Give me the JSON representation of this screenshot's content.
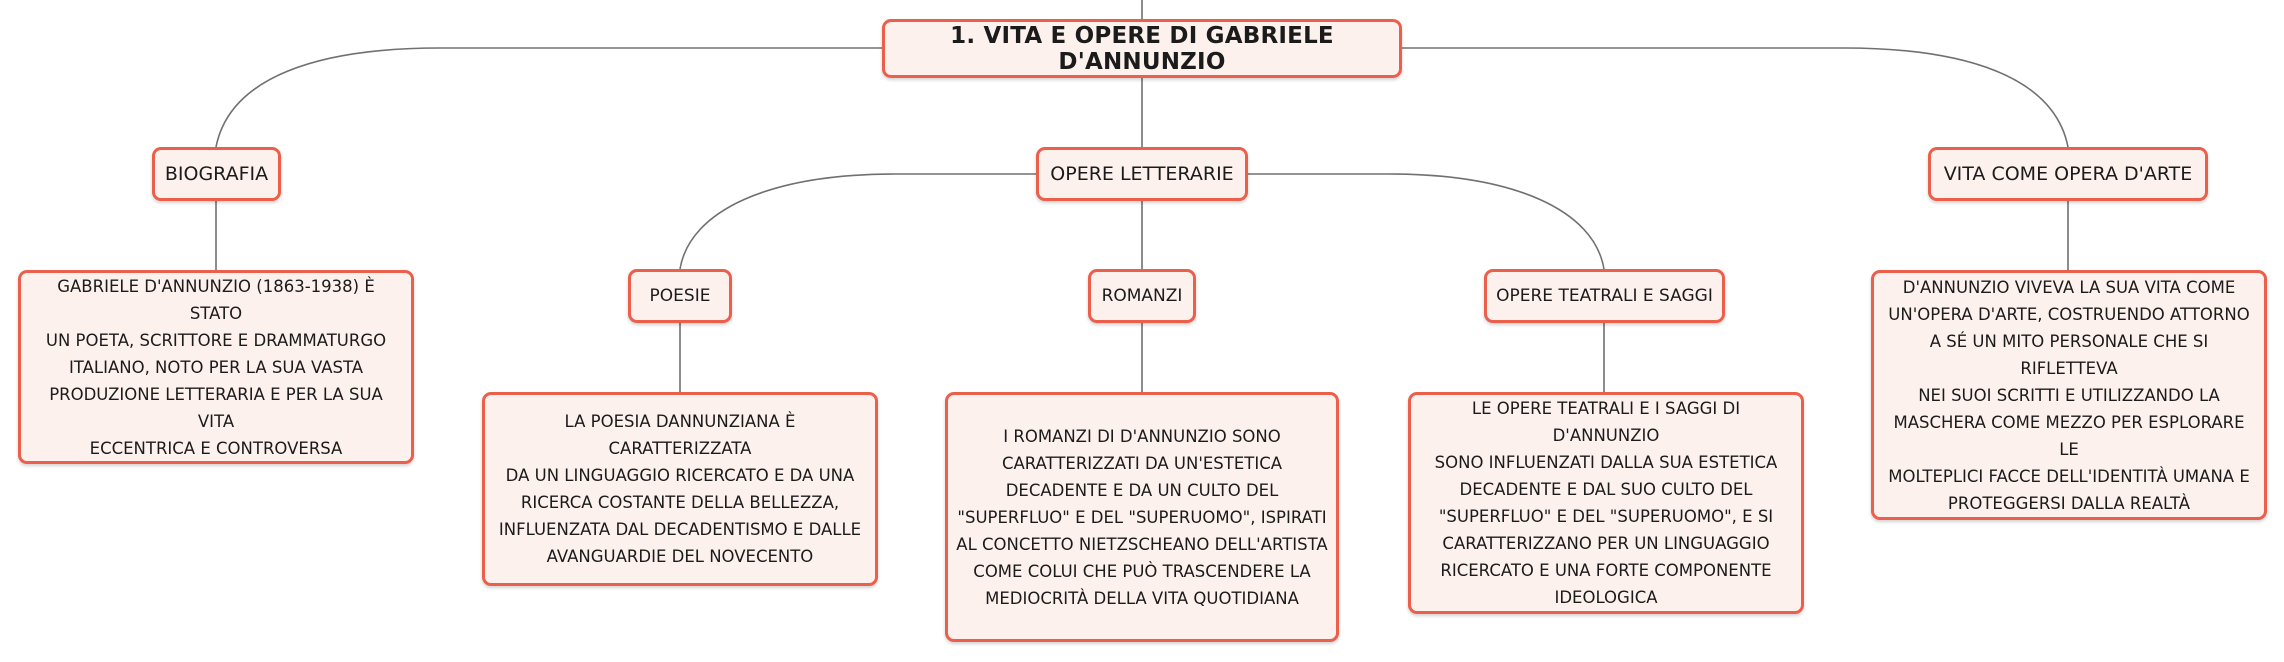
{
  "root": {
    "label": "1. VITA E OPERE DI GABRIELE D'ANNUNZIO"
  },
  "topics": {
    "biografia": {
      "label": "BIOGRAFIA",
      "lines": [
        "GABRIELE D'ANNUNZIO (1863-1938) È STATO",
        "UN POETA, SCRITTORE E DRAMMATURGO",
        "ITALIANO, NOTO PER LA SUA VASTA",
        "PRODUZIONE LETTERARIA E PER LA SUA VITA",
        "ECCENTRICA E CONTROVERSA"
      ]
    },
    "opere": {
      "label": "OPERE LETTERARIE"
    },
    "vita_arte": {
      "label": "VITA COME OPERA D'ARTE",
      "lines": [
        "D'ANNUNZIO VIVEVA LA SUA VITA COME",
        "UN'OPERA D'ARTE, COSTRUENDO ATTORNO",
        "A SÉ UN MITO PERSONALE CHE SI RIFLETTEVA",
        "NEI SUOI SCRITTI E UTILIZZANDO LA",
        "MASCHERA COME MEZZO PER ESPLORARE LE",
        "MOLTEPLICI FACCE DELL'IDENTITÀ UMANA E",
        "PROTEGGERSI DALLA REALTÀ"
      ]
    }
  },
  "subtopics": {
    "poesie": {
      "label": "POESIE",
      "lines": [
        "LA POESIA DANNUNZIANA È CARATTERIZZATA",
        "DA UN LINGUAGGIO RICERCATO E DA UNA",
        "RICERCA COSTANTE DELLA BELLEZZA,",
        "INFLUENZATA DAL DECADENTISMO E DALLE",
        "AVANGUARDIE DEL NOVECENTO"
      ]
    },
    "romanzi": {
      "label": "ROMANZI",
      "lines": [
        "I ROMANZI DI D'ANNUNZIO SONO",
        "CARATTERIZZATI DA UN'ESTETICA",
        "DECADENTE E DA UN CULTO DEL",
        "\"SUPERFLUO\" E DEL \"SUPERUOMO\", ISPIRATI",
        "AL CONCETTO NIETZSCHEANO DELL'ARTISTA",
        "COME COLUI CHE PUÒ TRASCENDERE LA",
        "MEDIOCRITÀ DELLA VITA QUOTIDIANA"
      ]
    },
    "teatro": {
      "label": "OPERE TEATRALI E SAGGI",
      "lines": [
        "LE OPERE TEATRALI E I SAGGI DI D'ANNUNZIO",
        "SONO INFLUENZATI DALLA SUA ESTETICA",
        "DECADENTE E DAL SUO CULTO DEL",
        "\"SUPERFLUO\" E DEL \"SUPERUOMO\", E SI",
        "CARATTERIZZANO PER UN LINGUAGGIO",
        "RICERCATO E UNA FORTE COMPONENTE",
        "IDEOLOGICA"
      ]
    }
  },
  "colors": {
    "node_border": "#ec5f4b",
    "node_fill": "#fdf1ee",
    "connector": "#707070",
    "text": "#1b1b1b"
  }
}
